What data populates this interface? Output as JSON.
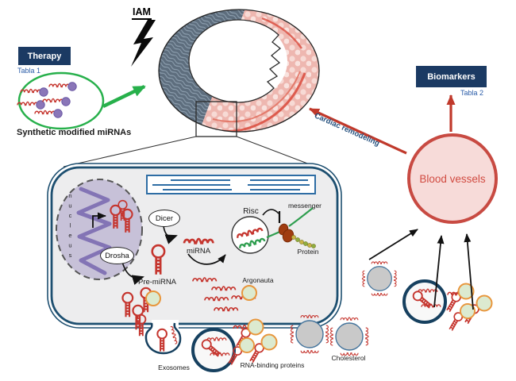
{
  "therapy_panel": {
    "title": "Therapy",
    "table_ref": "Tabla 1",
    "caption": "Synthetic modified miRNAs"
  },
  "infarct": {
    "label": "IAM"
  },
  "biomarkers_panel": {
    "title": "Biomarkers",
    "table_ref": "Tabla 2"
  },
  "vessels": {
    "label": "Blood vessels"
  },
  "flows": {
    "cardiac_remodeling": "Cardiac remodeling"
  },
  "cell": {
    "nucleus": "nucleus",
    "drosha": "Drosha",
    "dicer": "Dicer",
    "pre_mirna": "Pre-miRNA",
    "mirna": "miRNA",
    "risc": "Risc",
    "messenger": "messenger",
    "protein": "Protein",
    "argonauta": "Argonauta",
    "exosomes": "Exosomes",
    "rna_binding_proteins": "RNA-binding proteins",
    "cholesterol": "Cholesterol"
  },
  "colors": {
    "navy": "#1b3a63",
    "label_blue": "#2a5ca8",
    "green": "#27b04b",
    "mirna_red": "#c5352e",
    "arrow_red": "#c0392b",
    "cell_border": "#17496b",
    "nucleus_fill": "#c7c1d8",
    "chromatin_purple": "#8374b5",
    "carrier_purple": "#8a76b8",
    "argonaute_fill": "#dcead0",
    "argonaute_ring": "#e8963c",
    "particle_gray": "#c9c9c9",
    "vessel_fill": "#f7dbd9",
    "vessel_border": "#c84a42",
    "mrna_green": "#2f9e4f",
    "ribosome": "#a03c10",
    "infarct_gray": "#5d6d7d",
    "infarct_pink": "#eeb7b0"
  }
}
